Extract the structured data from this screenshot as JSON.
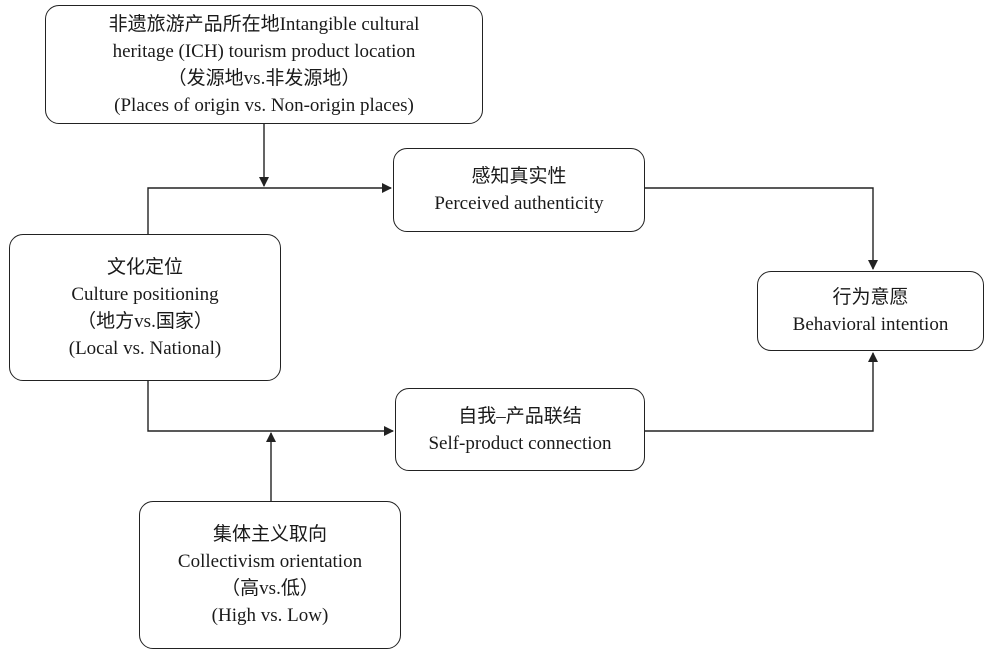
{
  "nodes": {
    "ich_location": {
      "line1": "非遗旅游产品所在地Intangible cultural",
      "line2": "heritage (ICH) tourism product location",
      "line3": "（发源地vs.非发源地）",
      "line4": "(Places of origin vs. Non-origin places)"
    },
    "perceived_authenticity": {
      "line1": "感知真实性",
      "line2": "Perceived authenticity"
    },
    "culture_positioning": {
      "line1": "文化定位",
      "line2": "Culture positioning",
      "line3": "（地方vs.国家）",
      "line4": "(Local vs. National)"
    },
    "behavioral_intention": {
      "line1": "行为意愿",
      "line2": "Behavioral intention"
    },
    "self_product_connection": {
      "line1": "自我–产品联结",
      "line2": "Self-product connection"
    },
    "collectivism_orientation": {
      "line1": "集体主义取向",
      "line2": "Collectivism orientation",
      "line3": "（高vs.低）",
      "line4": "(High vs. Low)"
    }
  },
  "edges": [
    {
      "from": "culture_positioning",
      "to": "perceived_authenticity",
      "type": "effect"
    },
    {
      "from": "culture_positioning",
      "to": "self_product_connection",
      "type": "effect"
    },
    {
      "from": "perceived_authenticity",
      "to": "behavioral_intention",
      "type": "effect"
    },
    {
      "from": "self_product_connection",
      "to": "behavioral_intention",
      "type": "effect"
    },
    {
      "from": "ich_location",
      "to": "culture_positioning->perceived_authenticity",
      "type": "moderation"
    },
    {
      "from": "collectivism_orientation",
      "to": "culture_positioning->self_product_connection",
      "type": "moderation"
    }
  ],
  "colors": {
    "stroke": "#222222",
    "text": "#1a1a1a",
    "background": "#ffffff"
  }
}
